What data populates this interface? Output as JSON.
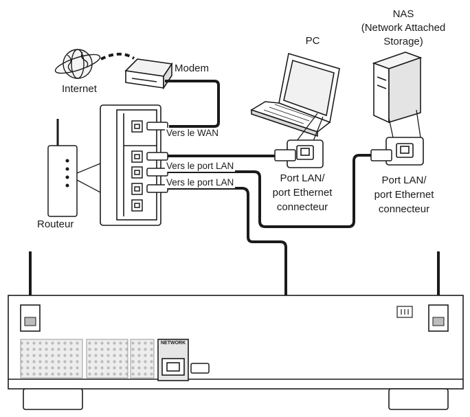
{
  "labels": {
    "internet": "Internet",
    "modem": "Modem",
    "router": "Routeur",
    "pc": "PC",
    "nas_line1": "NAS",
    "nas_line2": "(Network Attached",
    "nas_line3": "Storage)",
    "to_wan": "Vers le WAN",
    "to_lan_1": "Vers le port LAN",
    "to_lan_2": "Vers le port LAN",
    "pc_port_line1": "Port LAN/",
    "pc_port_line2": "port Ethernet",
    "pc_port_line3": "connecteur",
    "nas_port_line1": "Port LAN/",
    "nas_port_line2": "port Ethernet",
    "nas_port_line3": "connecteur",
    "network_panel": "NETWORK"
  },
  "colors": {
    "line": "#1a1a1a",
    "device_fill": "#ffffff",
    "panel_fill": "#e6e6e6",
    "grey": "#bdbdbd",
    "background": "#ffffff"
  },
  "icons": {
    "internet": "globe-icon",
    "modem": "modem-icon",
    "router": "router-icon",
    "pc": "laptop-icon",
    "nas": "nas-tower-icon",
    "receiver": "network-receiver-icon",
    "port": "ethernet-port-icon",
    "plug": "ethernet-plug-icon"
  }
}
